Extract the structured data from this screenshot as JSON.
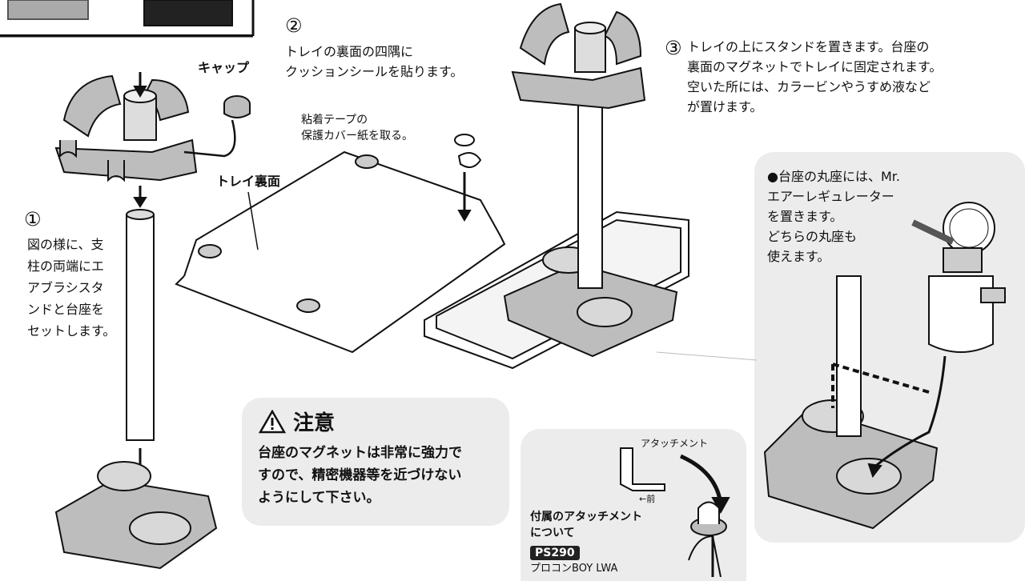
{
  "step1": {
    "number": "①",
    "text": "図の様に、支\n柱の両端にエ\nアブラシスタ\nンドと台座を\nセットします。"
  },
  "cap_label": "キャップ",
  "step2": {
    "number": "②",
    "text": "トレイの裏面の四隅に\nクッションシールを貼ります。"
  },
  "tape_label": "粘着テープの\n保護カバー紙を取る。",
  "tray_back_label": "トレイ裏面",
  "step3": {
    "number": "③",
    "text": "トレイの上にスタンドを置きます。台座の\n裏面のマグネットでトレイに固定されます。\n空いた所には、カラービンやうすめ液など\nが置けます。"
  },
  "regulator_note": "●台座の丸座には、Mr.\nエアーレギュレーター\nを置きます。\nどちらの丸座も\n使えます。",
  "caution": {
    "icon": "warning-icon",
    "title": "注意",
    "text": "台座のマグネットは非常に強力で\nすので、精密機器等を近づけない\nようにして下さい。"
  },
  "attachment": {
    "label": "アタッチメント",
    "front_label": "←前",
    "about_text": "付属のアタッチメント\nについて",
    "model_badge": "PS290",
    "model_name": "プロコンBOY LWA"
  }
}
